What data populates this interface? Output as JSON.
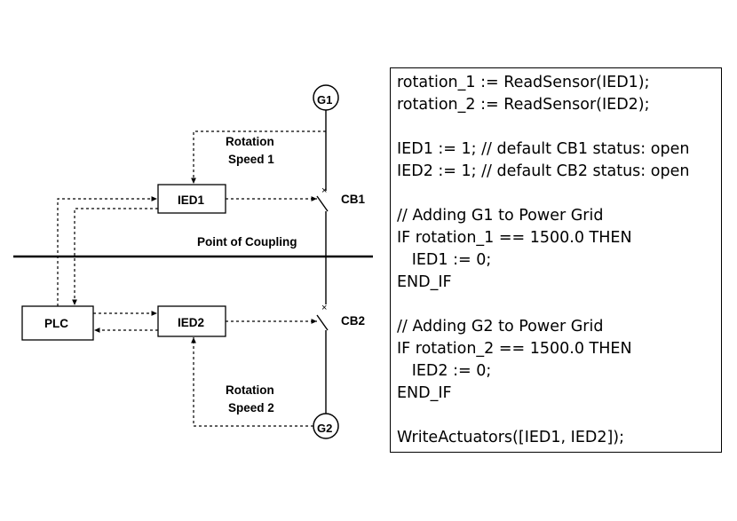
{
  "diagram": {
    "generators": {
      "g1": "G1",
      "g2": "G2"
    },
    "breakers": {
      "cb1": "CB1",
      "cb2": "CB2"
    },
    "devices": {
      "ied1": "IED1",
      "ied2": "IED2",
      "plc": "PLC"
    },
    "rotation1": {
      "line1": "Rotation",
      "line2": "Speed 1"
    },
    "rotation2": {
      "line1": "Rotation",
      "line2": "Speed 2"
    },
    "coupling": "Point of Coupling"
  },
  "code": {
    "lines": [
      "rotation_1 := ReadSensor(IED1);",
      "rotation_2 := ReadSensor(IED2);",
      "",
      "IED1 := 1; // default CB1 status: open",
      "IED2 := 1; // default CB2 status: open",
      "",
      "// Adding G1 to Power Grid",
      "IF rotation_1 == 1500.0 THEN",
      "   IED1 := 0;",
      "END_IF",
      "",
      "// Adding G2 to Power Grid",
      "IF rotation_2 == 1500.0 THEN",
      "   IED2 := 0;",
      "END_IF",
      "",
      "WriteActuators([IED1, IED2]);"
    ]
  }
}
